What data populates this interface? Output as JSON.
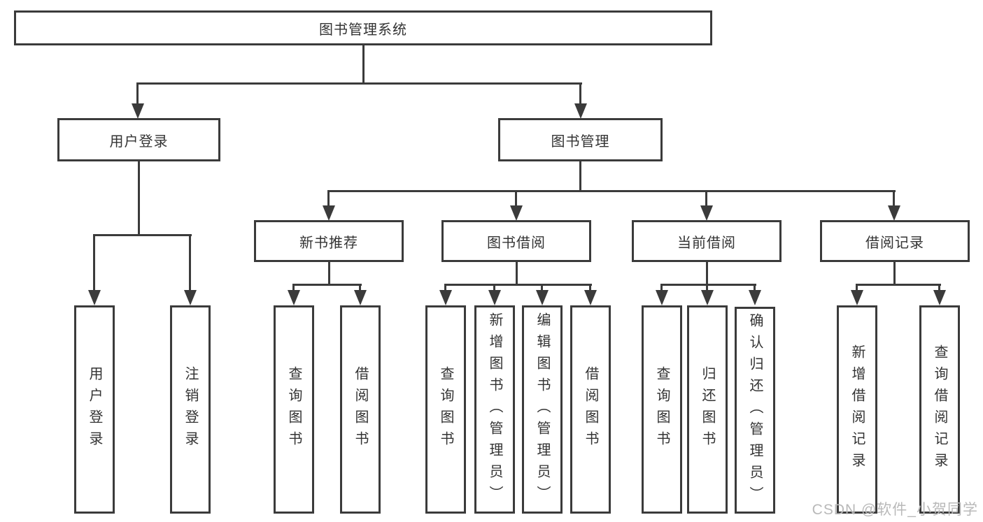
{
  "diagram": {
    "root": {
      "label": "图书管理系统"
    },
    "level2": [
      {
        "label": "用户登录"
      },
      {
        "label": "图书管理"
      }
    ],
    "level3": [
      {
        "parent": "图书管理",
        "label": "新书推荐"
      },
      {
        "parent": "图书管理",
        "label": "图书借阅"
      },
      {
        "parent": "图书管理",
        "label": "当前借阅"
      },
      {
        "parent": "图书管理",
        "label": "借阅记录"
      }
    ],
    "leaves": [
      {
        "parent": "用户登录",
        "label": "用户登录"
      },
      {
        "parent": "用户登录",
        "label": "注销登录"
      },
      {
        "parent": "新书推荐",
        "label": "查询图书"
      },
      {
        "parent": "新书推荐",
        "label": "借阅图书"
      },
      {
        "parent": "图书借阅",
        "label": "查询图书"
      },
      {
        "parent": "图书借阅",
        "label": "新增图书（管理员）"
      },
      {
        "parent": "图书借阅",
        "label": "编辑图书（管理员）"
      },
      {
        "parent": "图书借阅",
        "label": "借阅图书"
      },
      {
        "parent": "当前借阅",
        "label": "查询图书"
      },
      {
        "parent": "当前借阅",
        "label": "归还图书"
      },
      {
        "parent": "当前借阅",
        "label": "确认归还（管理员）"
      },
      {
        "parent": "借阅记录",
        "label": "新增借阅记录"
      },
      {
        "parent": "借阅记录",
        "label": "查询借阅记录"
      }
    ]
  },
  "watermark": "CSDN @软件_小贺同学",
  "colors": {
    "line": "#3b3b3b",
    "text": "#333333",
    "watermark": "#b9b9b9",
    "background": "#ffffff"
  }
}
